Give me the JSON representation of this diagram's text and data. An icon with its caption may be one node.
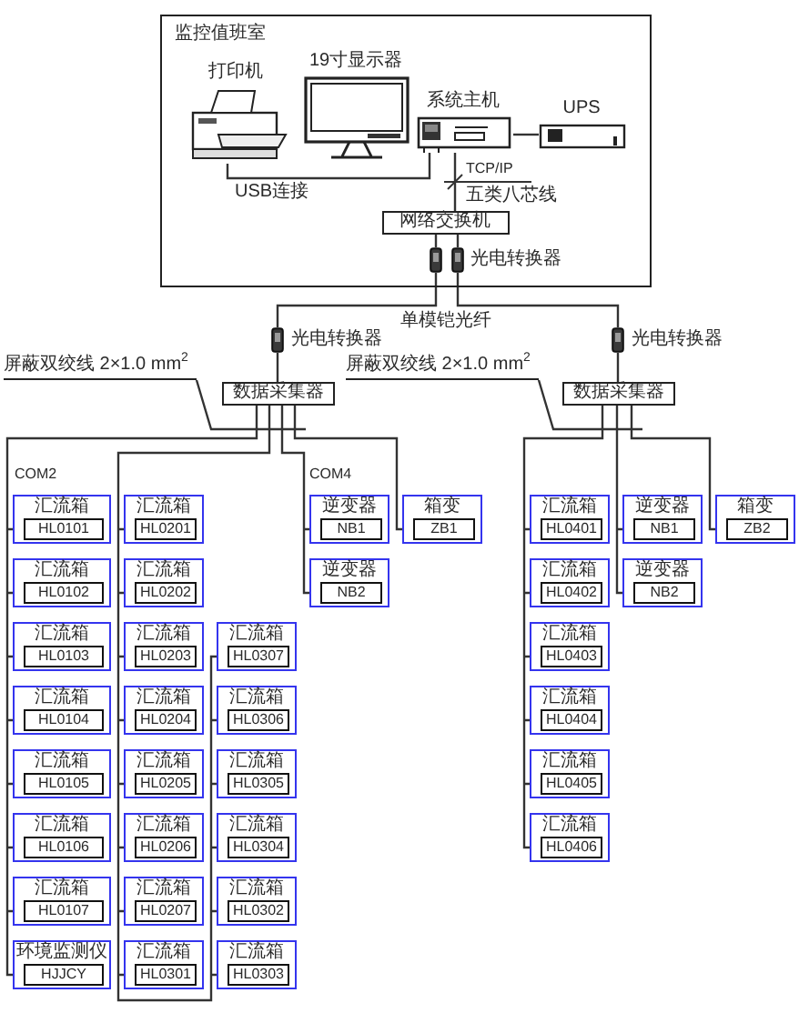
{
  "diagram": {
    "nodes": [
      {
        "text": [
          "监控值班室"
        ]
      },
      {
        "text": [
          "打印机"
        ],
        "in": 0
      },
      {
        "text": [
          "19寸显示器"
        ],
        "in": 0
      },
      {
        "text": [
          "系统主机"
        ],
        "in": 0
      },
      {
        "text": [
          "UPS"
        ],
        "in": 0
      },
      {
        "text": [
          "网络交换机"
        ],
        "in": 0
      },
      {
        "text": [],
        "shape": "picture",
        "in": 0
      },
      {
        "text": [],
        "shape": "picture",
        "in": 0,
        "beside": [
          "光电转换器"
        ]
      },
      {
        "text": [],
        "shape": "picture",
        "beside": [
          "光电转换器"
        ]
      },
      {
        "text": [
          "数据采集器"
        ]
      },
      {
        "text": [],
        "shape": "picture",
        "beside": [
          "光电转换器"
        ]
      },
      {
        "text": [
          "数据采集器"
        ]
      },
      {
        "text": [
          "屏蔽双绞线 2×1.0 mm$^{2}$"
        ]
      },
      {
        "text": [
          "屏蔽双绞线 2×1.0 mm$^{2}$"
        ]
      },
      {
        "text": [
          "汇流箱",
          "HL0101"
        ]
      },
      {
        "text": [
          "汇流箱",
          "HL0102"
        ]
      },
      {
        "text": [
          "汇流箱",
          "HL0103"
        ]
      },
      {
        "text": [
          "汇流箱",
          "HL0104"
        ]
      },
      {
        "text": [
          "汇流箱",
          "HL0105"
        ]
      },
      {
        "text": [
          "汇流箱",
          "HL0106"
        ]
      },
      {
        "text": [
          "汇流箱",
          "HL0107"
        ]
      },
      {
        "text": [
          "环境监测仪",
          "HJJCY"
        ]
      },
      {
        "text": [
          "汇流箱",
          "HL0201"
        ]
      },
      {
        "text": [
          "汇流箱",
          "HL0202"
        ]
      },
      {
        "text": [
          "汇流箱",
          "HL0203"
        ]
      },
      {
        "text": [
          "汇流箱",
          "HL0204"
        ]
      },
      {
        "text": [
          "汇流箱",
          "HL0205"
        ]
      },
      {
        "text": [
          "汇流箱",
          "HL0206"
        ]
      },
      {
        "text": [
          "汇流箱",
          "HL0207"
        ]
      },
      {
        "text": [
          "汇流箱",
          "HL0301"
        ]
      },
      {
        "text": [
          "汇流箱",
          "HL0307"
        ]
      },
      {
        "text": [
          "汇流箱",
          "HL0306"
        ]
      },
      {
        "text": [
          "汇流箱",
          "HL0305"
        ]
      },
      {
        "text": [
          "汇流箱",
          "HL0304"
        ]
      },
      {
        "text": [
          "汇流箱",
          "HL0302"
        ]
      },
      {
        "text": [
          "汇流箱",
          "HL0303"
        ]
      },
      {
        "text": [
          "逆变器",
          "NB1"
        ]
      },
      {
        "text": [
          "逆变器",
          "NB2"
        ]
      },
      {
        "text": [
          "箱变",
          "ZB1"
        ]
      },
      {
        "text": [
          "汇流箱",
          "HL0401"
        ]
      },
      {
        "text": [
          "汇流箱",
          "HL0402"
        ]
      },
      {
        "text": [
          "汇流箱",
          "HL0403"
        ]
      },
      {
        "text": [
          "汇流箱",
          "HL0404"
        ]
      },
      {
        "text": [
          "汇流箱",
          "HL0405"
        ]
      },
      {
        "text": [
          "汇流箱",
          "HL0406"
        ]
      },
      {
        "text": [
          "逆变器",
          "NB1"
        ]
      },
      {
        "text": [
          "逆变器",
          "NB2"
        ]
      },
      {
        "text": [
          "箱变",
          "ZB2"
        ]
      }
    ],
    "edges": [
      {
        "from": 1,
        "to": 3,
        "arrow": "none",
        "label": "USB连接"
      },
      {
        "from": 3,
        "to": 4,
        "arrow": "none"
      },
      {
        "from": 3,
        "to": 5,
        "arrow": "none"
      },
      {
        "from": 5,
        "to": 6,
        "arrow": "none"
      },
      {
        "from": 5,
        "to": 7,
        "arrow": "none"
      },
      {
        "from": 6,
        "to": 8,
        "arrow": "none"
      },
      {
        "from": 7,
        "to": 10,
        "arrow": "none"
      },
      {
        "from": 8,
        "to": 9,
        "arrow": "none"
      },
      {
        "from": 10,
        "to": 11,
        "arrow": "none"
      },
      {
        "from": 12,
        "to": null,
        "arrow": "none"
      },
      {
        "from": 13,
        "to": null,
        "arrow": "none"
      },
      {
        "from": 9,
        "to": 14,
        "arrow": "none"
      },
      {
        "from": 9,
        "to": 15,
        "arrow": "none"
      },
      {
        "from": 9,
        "to": 16,
        "arrow": "none"
      },
      {
        "from": 9,
        "to": 17,
        "arrow": "none"
      },
      {
        "from": 9,
        "to": 18,
        "arrow": "none"
      },
      {
        "from": 9,
        "to": 19,
        "arrow": "none"
      },
      {
        "from": 9,
        "to": 20,
        "arrow": "none"
      },
      {
        "from": 9,
        "to": 21,
        "arrow": "none"
      },
      {
        "from": 9,
        "to": 22,
        "arrow": "none"
      },
      {
        "from": 9,
        "to": 23,
        "arrow": "none"
      },
      {
        "from": 9,
        "to": 24,
        "arrow": "none"
      },
      {
        "from": 9,
        "to": 25,
        "arrow": "none"
      },
      {
        "from": 9,
        "to": 26,
        "arrow": "none"
      },
      {
        "from": 9,
        "to": 27,
        "arrow": "none"
      },
      {
        "from": 9,
        "to": 28,
        "arrow": "none"
      },
      {
        "from": 9,
        "to": 29,
        "arrow": "none"
      },
      {
        "from": 9,
        "to": 30,
        "arrow": "none"
      },
      {
        "from": 9,
        "to": 31,
        "arrow": "none"
      },
      {
        "from": 9,
        "to": 32,
        "arrow": "none"
      },
      {
        "from": 9,
        "to": 33,
        "arrow": "none"
      },
      {
        "from": 9,
        "to": 34,
        "arrow": "none"
      },
      {
        "from": 9,
        "to": 35,
        "arrow": "none"
      },
      {
        "from": 9,
        "to": 36,
        "arrow": "none"
      },
      {
        "from": 9,
        "to": 37,
        "arrow": "none"
      },
      {
        "from": 9,
        "to": 38,
        "arrow": "none"
      },
      {
        "from": 11,
        "to": 39,
        "arrow": "none"
      },
      {
        "from": 11,
        "to": 40,
        "arrow": "none"
      },
      {
        "from": 11,
        "to": 41,
        "arrow": "none"
      },
      {
        "from": 11,
        "to": 42,
        "arrow": "none"
      },
      {
        "from": 11,
        "to": 43,
        "arrow": "none"
      },
      {
        "from": 11,
        "to": 44,
        "arrow": "none"
      },
      {
        "from": 11,
        "to": 45,
        "arrow": "none"
      },
      {
        "from": 11,
        "to": 46,
        "arrow": "none"
      },
      {
        "from": 11,
        "to": 47,
        "arrow": "none"
      }
    ],
    "labels": [
      "TCP/IP",
      "五类八芯线",
      "单模铠光纤",
      "COM2",
      "COM4"
    ]
  }
}
